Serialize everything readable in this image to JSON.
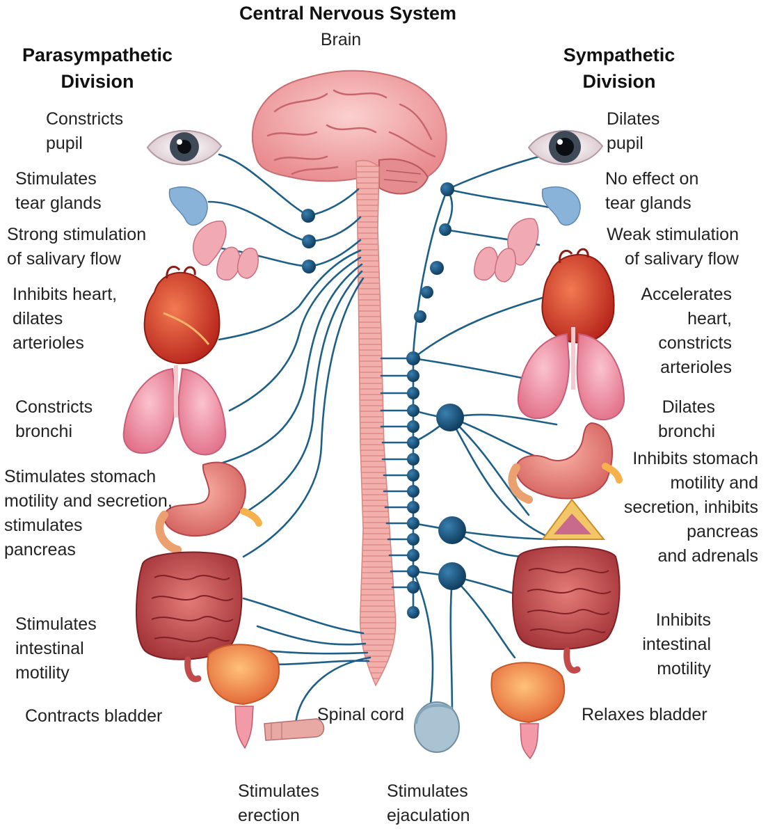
{
  "header": {
    "title": "Central Nervous System",
    "subtitle": "Brain"
  },
  "divisions": {
    "parasympathetic": [
      "Parasympathetic",
      "Division"
    ],
    "sympathetic": [
      "Sympathetic",
      "Division"
    ]
  },
  "parasympathetic_effects": {
    "eye": [
      "Constricts",
      "pupil"
    ],
    "tear": [
      "Stimulates",
      "tear glands"
    ],
    "salivary": [
      "Strong stimulation",
      "of salivary flow"
    ],
    "heart": [
      "Inhibits heart,",
      "dilates",
      "arterioles"
    ],
    "bronchi": [
      "Constricts",
      "bronchi"
    ],
    "stomach": [
      "Stimulates stomach",
      "motility and secretion,",
      "stimulates",
      "pancreas"
    ],
    "intestine": [
      "Stimulates",
      "intestinal",
      "motility"
    ],
    "bladder": [
      "Contracts bladder"
    ],
    "erection": [
      "Stimulates",
      "erection"
    ]
  },
  "sympathetic_effects": {
    "eye": [
      "Dilates",
      "pupil"
    ],
    "tear": [
      "No effect on",
      "tear glands"
    ],
    "salivary": [
      "Weak stimulation",
      "of salivary flow"
    ],
    "heart": [
      "Accelerates",
      "heart,",
      "constricts",
      "arterioles"
    ],
    "bronchi": [
      "Dilates",
      "bronchi"
    ],
    "stomach": [
      "Inhibits stomach",
      "motility and",
      "secretion, inhibits",
      "pancreas",
      "and adrenals"
    ],
    "intestine": [
      "Inhibits",
      "intestinal",
      "motility"
    ],
    "bladder": [
      "Relaxes bladder"
    ],
    "ejaculation": [
      "Stimulates",
      "ejaculation"
    ]
  },
  "spinal_cord_label": "Spinal cord",
  "colors": {
    "nerve": "#1d5f86",
    "ganglion": "#14476b",
    "spinal_cord": "#f2a6a6",
    "brain": "#f4b3b3",
    "heart": "#d8402c",
    "lungs": "#f08fa0",
    "intestine": "#c94a4a",
    "bladder": "#f0a050"
  }
}
